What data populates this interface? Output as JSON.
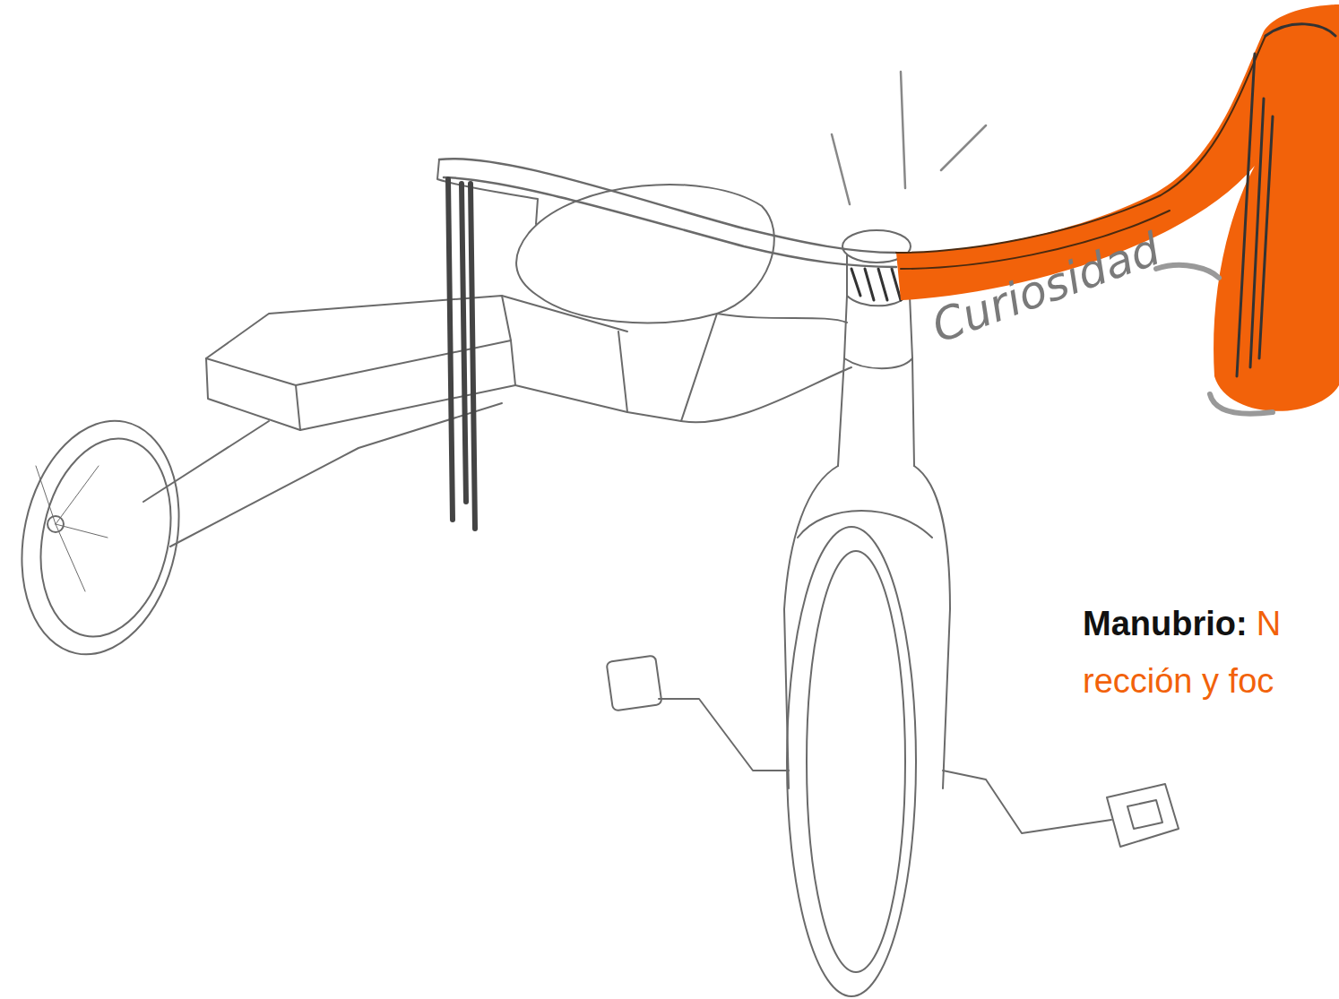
{
  "diagram": {
    "labels": [
      "Curiosidad",
      "Manubrio:",
      "N",
      "rección y foc"
    ]
  }
}
